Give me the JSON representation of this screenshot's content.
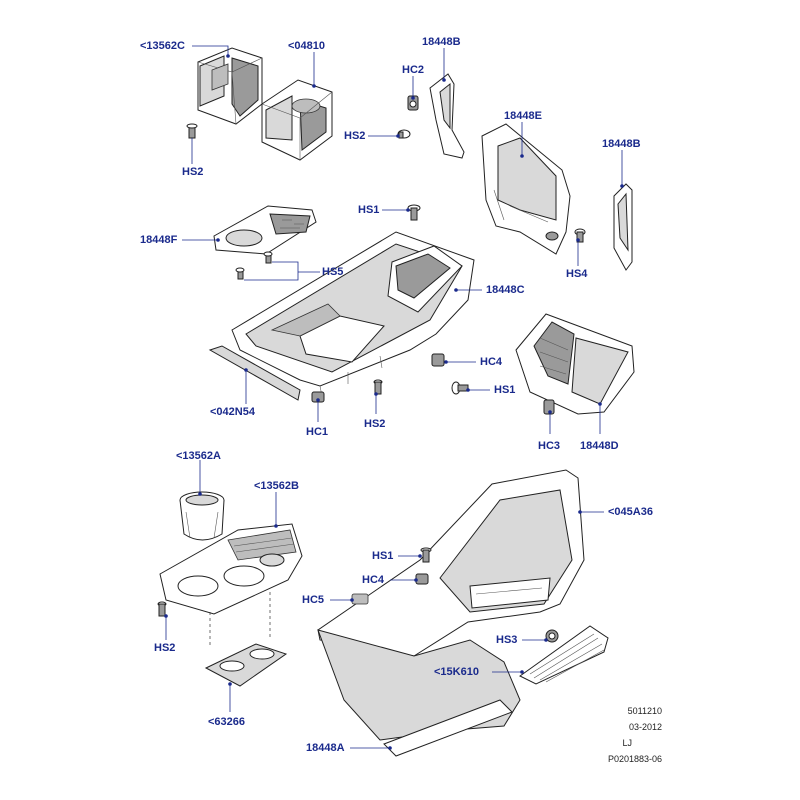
{
  "callouts": {
    "c13562C": "<13562C",
    "c04810": "<04810",
    "c18448B_top": "18448B",
    "cHC2": "HC2",
    "cHS2_top": "HS2",
    "cHS2_left": "HS2",
    "c18448E": "18448E",
    "c18448B_right": "18448B",
    "cHS1_top": "HS1",
    "c18448F": "18448F",
    "cHS5": "HS5",
    "cHS4": "HS4",
    "c18448C": "18448C",
    "cHC4_mid": "HC4",
    "cHS1_mid": "HS1",
    "c042N54": "<042N54",
    "cHC1": "HC1",
    "cHS2_mid": "HS2",
    "cHC3": "HC3",
    "c18448D": "18448D",
    "c13562A": "<13562A",
    "c13562B": "<13562B",
    "c045A36": "<045A36",
    "cHS1_low": "HS1",
    "cHC4_low": "HC4",
    "cHC5": "HC5",
    "cHS2_low": "HS2",
    "cHS3": "HS3",
    "c15K610": "<15K610",
    "c63266": "<63266",
    "c18448A": "18448A"
  },
  "meta": {
    "code": "5011210",
    "date": "03-2012",
    "initials": "LJ",
    "ref": "P0201883-06"
  },
  "colors": {
    "callout": "#1a2a8c",
    "line": "#222222",
    "shade": "#d9d9d9"
  }
}
